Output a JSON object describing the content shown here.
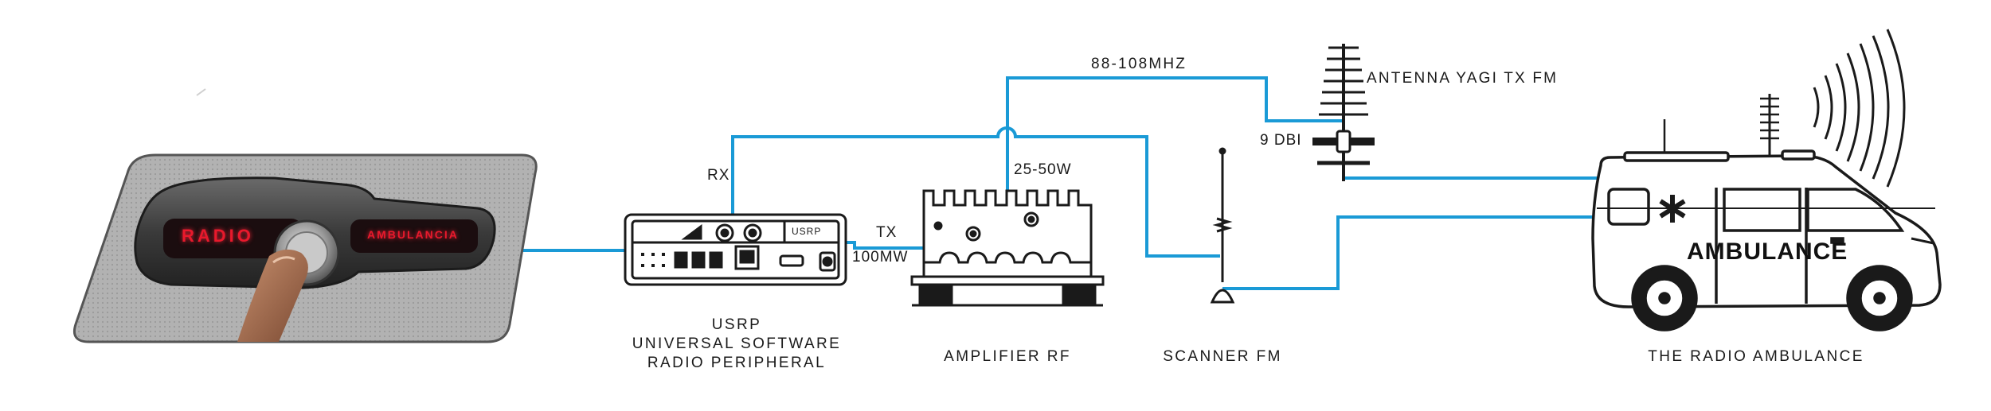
{
  "labels": {
    "frequency": "88-108MHZ",
    "antenna": "ANTENNA YAGI TX FM",
    "gain": "9 DBI",
    "rx": "RX",
    "tx": "TX",
    "tx_power": "100MW",
    "amp_power": "25-50W",
    "usrp_port": "USRP"
  },
  "captions": {
    "usrp": [
      "USRP",
      "UNIVERSAL SOFTWARE",
      "RADIO PERIPHERAL"
    ],
    "amplifier": "AMPLIFIER RF",
    "scanner": "SCANNER FM",
    "ambulance": "THE RADIO AMBULANCE"
  },
  "photo": {
    "radio_label": "RADIO",
    "ambulance_label": "AMBULANCIA"
  },
  "vehicle": {
    "side_text": "AMBULANCE"
  },
  "colors": {
    "wire": "#1a9ad6",
    "line": "#1a1a1a",
    "photo_bg": "#a9a9a9",
    "led": "#e8192c"
  }
}
